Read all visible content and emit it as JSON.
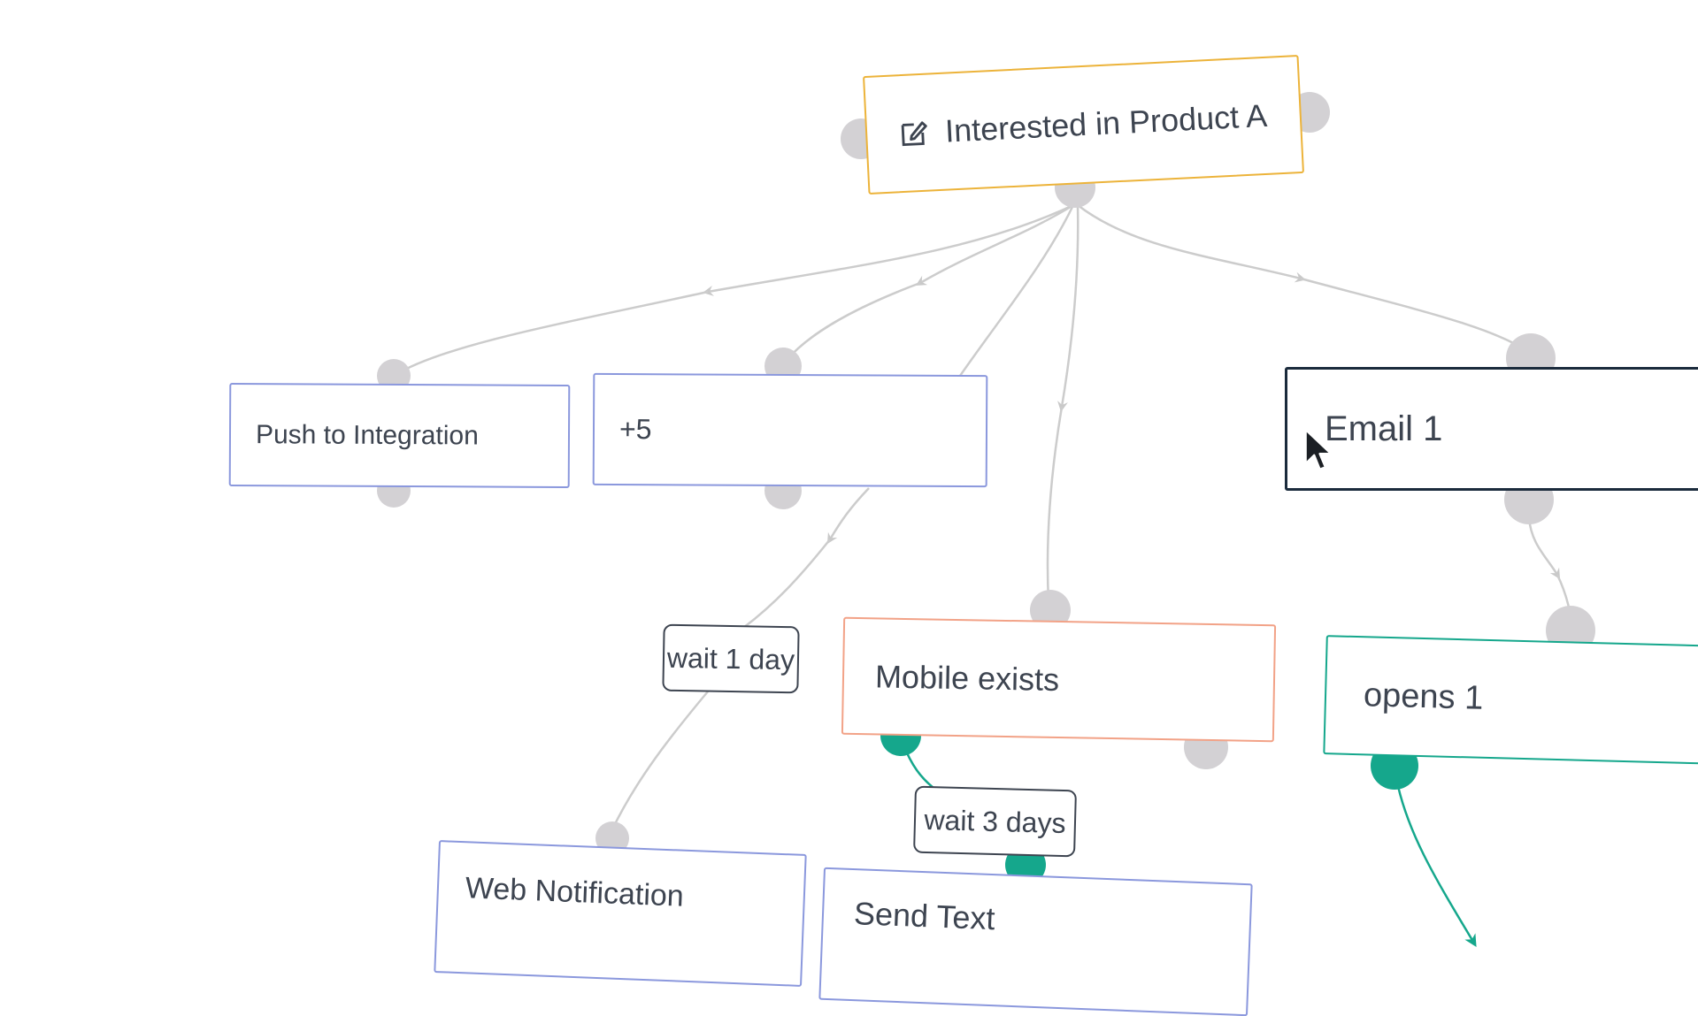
{
  "canvas": {
    "trigger": {
      "label": "Interested in Product A",
      "icon": "edit-icon"
    },
    "nodes": {
      "push_to_integration": "Push to Integration",
      "plus_five": "+5",
      "email_1": "Email 1",
      "mobile_exists": "Mobile exists",
      "opens_1": "opens 1",
      "web_notification": "Web Notification",
      "send_text": "Send Text"
    },
    "waits": {
      "wait_1_day": "wait 1 day",
      "wait_3_days": "wait 3 days"
    },
    "colors": {
      "trigger_border": "#ecb33a",
      "action_border": "#8b98dd",
      "condition_border": "#f2a287",
      "email_border": "#1b2b3c",
      "event_border": "#15a78c",
      "connector_gray": "#d3d1d4",
      "connector_green": "#15a78c",
      "edge_gray": "#cccccc"
    }
  }
}
